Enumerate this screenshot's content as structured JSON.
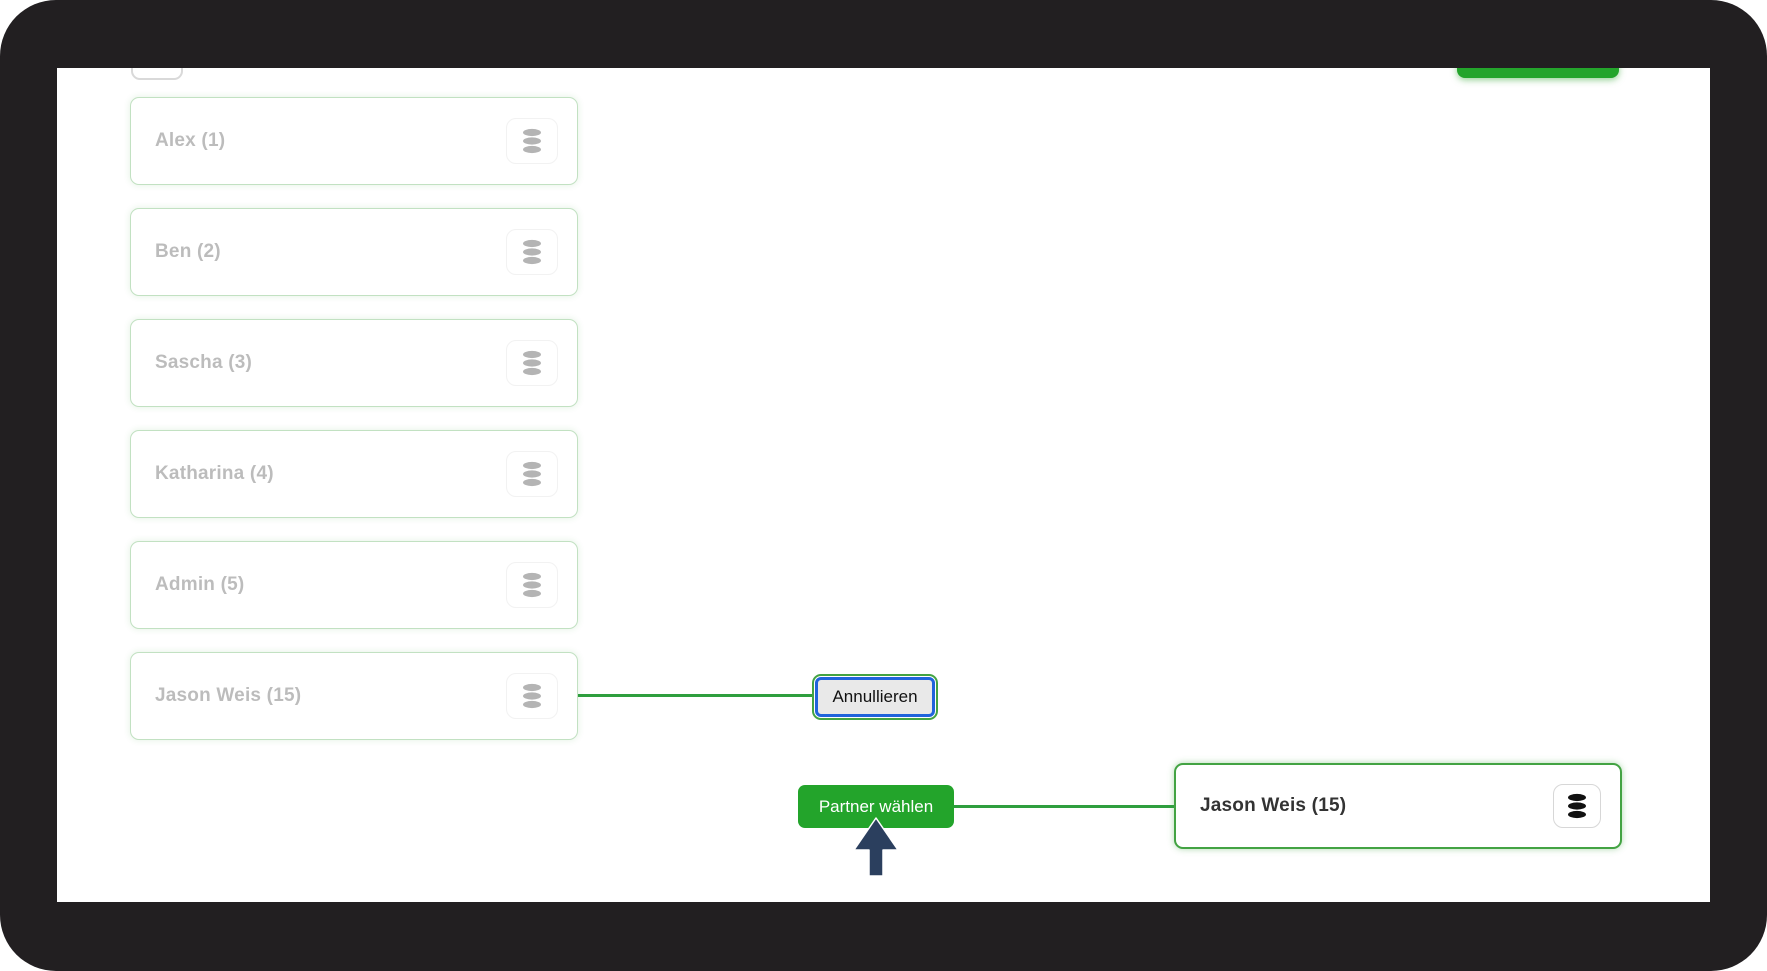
{
  "window": {
    "frame_color": "#221f21"
  },
  "colors": {
    "accent_green": "#23a42b",
    "connector_green": "#2e9e3e",
    "focus_blue": "#2064dc",
    "cursor_navy": "#2b3f5e",
    "card_border_green": "#43a343"
  },
  "left_list": {
    "items": [
      {
        "label": "Alex (1)",
        "icon": "database-icon"
      },
      {
        "label": "Ben (2)",
        "icon": "database-icon"
      },
      {
        "label": "Sascha (3)",
        "icon": "database-icon"
      },
      {
        "label": "Katharina (4)",
        "icon": "database-icon"
      },
      {
        "label": "Admin (5)",
        "icon": "database-icon"
      },
      {
        "label": "Jason Weis (15)",
        "icon": "database-icon"
      }
    ]
  },
  "actions": {
    "cancel_label": "Annullieren",
    "choose_partner_label": "Partner wählen"
  },
  "selected_partner": {
    "label": "Jason Weis (15)",
    "icon": "database-icon"
  }
}
